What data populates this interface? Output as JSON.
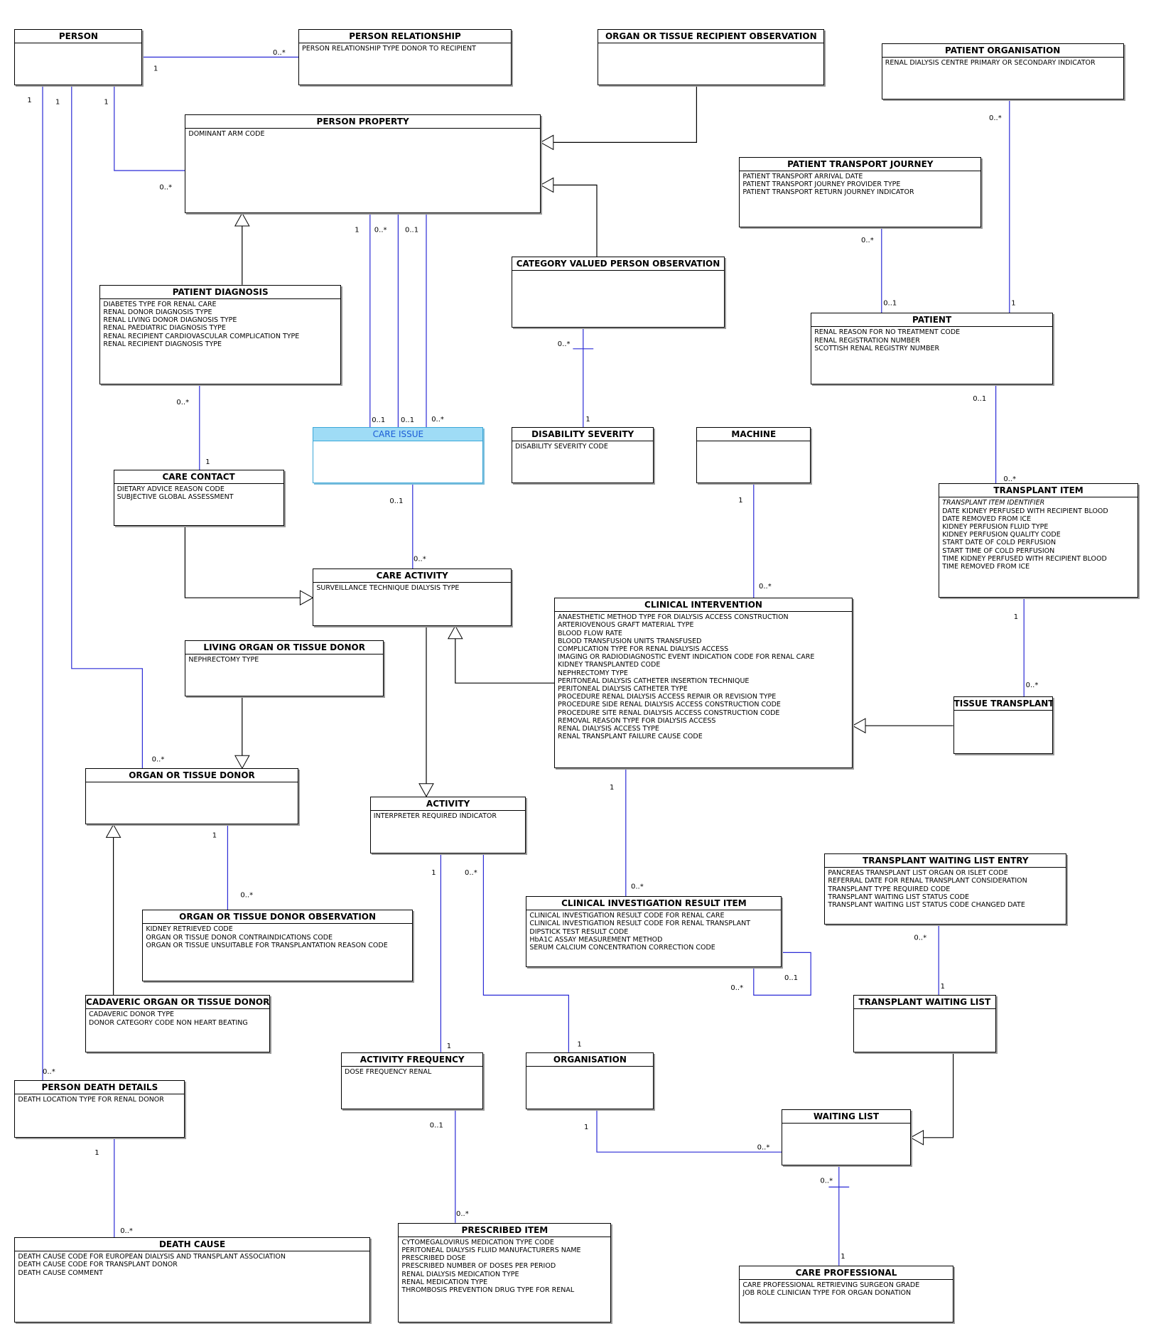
{
  "entities": [
    {
      "id": "person",
      "name": "PERSON",
      "attributes": []
    },
    {
      "id": "person_relationship",
      "name": "PERSON RELATIONSHIP",
      "attributes": [
        "PERSON RELATIONSHIP TYPE DONOR TO RECIPIENT"
      ]
    },
    {
      "id": "organ_recipient_obs",
      "name": "ORGAN OR TISSUE RECIPIENT OBSERVATION",
      "attributes": []
    },
    {
      "id": "patient_organisation",
      "name": "PATIENT ORGANISATION",
      "attributes": [
        "RENAL DIALYSIS CENTRE PRIMARY OR SECONDARY INDICATOR"
      ]
    },
    {
      "id": "person_property",
      "name": "PERSON PROPERTY",
      "attributes": [
        "DOMINANT ARM CODE"
      ]
    },
    {
      "id": "patient_transport",
      "name": "PATIENT TRANSPORT JOURNEY",
      "attributes": [
        "PATIENT TRANSPORT ARRIVAL DATE",
        "PATIENT TRANSPORT JOURNEY PROVIDER TYPE",
        "PATIENT TRANSPORT RETURN JOURNEY INDICATOR"
      ]
    },
    {
      "id": "category_valued",
      "name": "CATEGORY VALUED PERSON OBSERVATION",
      "attributes": []
    },
    {
      "id": "patient",
      "name": "PATIENT",
      "attributes": [
        "RENAL REASON FOR NO TREATMENT CODE",
        "RENAL REGISTRATION NUMBER",
        "SCOTTISH RENAL REGISTRY NUMBER"
      ]
    },
    {
      "id": "patient_diagnosis",
      "name": "PATIENT DIAGNOSIS",
      "attributes": [
        "DIABETES TYPE FOR RENAL CARE",
        "RENAL DONOR DIAGNOSIS TYPE",
        "RENAL LIVING DONOR DIAGNOSIS TYPE",
        "RENAL PAEDIATRIC DIAGNOSIS TYPE",
        "RENAL RECIPIENT CARDIOVASCULAR COMPLICATION TYPE",
        "RENAL RECIPIENT DIAGNOSIS TYPE"
      ]
    },
    {
      "id": "care_issue",
      "name": "CARE ISSUE",
      "attributes": [],
      "highlighted": true
    },
    {
      "id": "disability_severity",
      "name": "DISABILITY SEVERITY",
      "attributes": [
        "DISABILITY SEVERITY CODE"
      ]
    },
    {
      "id": "machine",
      "name": "MACHINE",
      "attributes": []
    },
    {
      "id": "transplant_item",
      "name": "TRANSPLANT ITEM",
      "identifier": "TRANSPLANT ITEM IDENTIFIER",
      "attributes": [
        "DATE KIDNEY PERFUSED WITH RECIPIENT BLOOD",
        "DATE REMOVED FROM ICE",
        "KIDNEY PERFUSION FLUID TYPE",
        "KIDNEY PERFUSION QUALITY CODE",
        "START DATE OF COLD PERFUSION",
        "START TIME OF COLD PERFUSION",
        "TIME KIDNEY PERFUSED WITH RECIPIENT BLOOD",
        "TIME REMOVED FROM ICE"
      ]
    },
    {
      "id": "care_contact",
      "name": "CARE CONTACT",
      "attributes": [
        "DIETARY ADVICE REASON CODE",
        "SUBJECTIVE GLOBAL ASSESSMENT"
      ]
    },
    {
      "id": "care_activity",
      "name": "CARE ACTIVITY",
      "attributes": [
        "SURVEILLANCE TECHNIQUE DIALYSIS TYPE"
      ]
    },
    {
      "id": "clinical_intervention",
      "name": "CLINICAL INTERVENTION",
      "attributes": [
        "ANAESTHETIC METHOD TYPE FOR DIALYSIS ACCESS CONSTRUCTION",
        "ARTERIOVENOUS GRAFT MATERIAL TYPE",
        "BLOOD FLOW RATE",
        "BLOOD TRANSFUSION UNITS TRANSFUSED",
        "COMPLICATION TYPE FOR RENAL DIALYSIS ACCESS",
        "IMAGING OR RADIODIAGNOSTIC EVENT INDICATION CODE FOR RENAL CARE",
        "KIDNEY TRANSPLANTED CODE",
        "NEPHRECTOMY TYPE",
        "PERITONEAL DIALYSIS CATHETER INSERTION TECHNIQUE",
        "PERITONEAL DIALYSIS CATHETER TYPE",
        "PROCEDURE RENAL DIALYSIS ACCESS REPAIR OR REVISION TYPE",
        "PROCEDURE SIDE RENAL DIALYSIS ACCESS CONSTRUCTION CODE",
        "PROCEDURE SITE RENAL DIALYSIS ACCESS CONSTRUCTION CODE",
        "REMOVAL REASON TYPE  FOR DIALYSIS ACCESS",
        "RENAL DIALYSIS ACCESS TYPE",
        "RENAL TRANSPLANT FAILURE CAUSE CODE"
      ]
    },
    {
      "id": "living_donor",
      "name": "LIVING ORGAN OR TISSUE DONOR",
      "attributes": [
        "NEPHRECTOMY TYPE"
      ]
    },
    {
      "id": "tissue_transplant",
      "name": "TISSUE TRANSPLANT",
      "attributes": []
    },
    {
      "id": "organ_donor",
      "name": "ORGAN OR TISSUE DONOR",
      "attributes": []
    },
    {
      "id": "activity",
      "name": "ACTIVITY",
      "attributes": [
        "INTERPRETER REQUIRED INDICATOR"
      ]
    },
    {
      "id": "transplant_waiting_entry",
      "name": "TRANSPLANT WAITING LIST ENTRY",
      "attributes": [
        "PANCREAS TRANSPLANT LIST ORGAN OR ISLET CODE",
        "REFERRAL DATE FOR RENAL TRANSPLANT CONSIDERATION",
        "TRANSPLANT TYPE REQUIRED CODE",
        "TRANSPLANT WAITING LIST STATUS CODE",
        "TRANSPLANT WAITING LIST STATUS CODE CHANGED DATE"
      ]
    },
    {
      "id": "clinical_investigation",
      "name": "CLINICAL INVESTIGATION RESULT ITEM",
      "attributes": [
        "CLINICAL INVESTIGATION RESULT CODE FOR RENAL CARE",
        "CLINICAL INVESTIGATION RESULT CODE FOR RENAL TRANSPLANT",
        "DIPSTICK TEST RESULT CODE",
        "HbA1C ASSAY MEASUREMENT METHOD",
        "SERUM CALCIUM CONCENTRATION CORRECTION CODE"
      ]
    },
    {
      "id": "organ_donor_obs",
      "name": "ORGAN OR TISSUE DONOR OBSERVATION",
      "attributes": [
        "KIDNEY RETRIEVED CODE",
        "ORGAN OR TISSUE DONOR CONTRAINDICATIONS CODE",
        "ORGAN OR TISSUE UNSUITABLE FOR TRANSPLANTATION REASON CODE"
      ]
    },
    {
      "id": "cadaveric_donor",
      "name": "CADAVERIC ORGAN OR TISSUE DONOR",
      "attributes": [
        "CADAVERIC DONOR TYPE",
        "DONOR CATEGORY CODE NON HEART BEATING"
      ]
    },
    {
      "id": "transplant_waiting_list",
      "name": "TRANSPLANT WAITING LIST",
      "attributes": []
    },
    {
      "id": "activity_frequency",
      "name": "ACTIVITY FREQUENCY",
      "attributes": [
        "DOSE FREQUENCY RENAL"
      ]
    },
    {
      "id": "organisation",
      "name": "ORGANISATION",
      "attributes": []
    },
    {
      "id": "person_death",
      "name": "PERSON DEATH DETAILS",
      "attributes": [
        "DEATH LOCATION TYPE FOR RENAL DONOR"
      ]
    },
    {
      "id": "waiting_list",
      "name": "WAITING LIST",
      "attributes": []
    },
    {
      "id": "prescribed_item",
      "name": "PRESCRIBED ITEM",
      "attributes": [
        "CYTOMEGALOVIRUS MEDICATION TYPE CODE",
        "PERITONEAL DIALYSIS FLUID MANUFACTURERS NAME",
        "PRESCRIBED DOSE",
        "PRESCRIBED NUMBER OF DOSES PER PERIOD",
        "RENAL DIALYSIS MEDICATION TYPE",
        "RENAL MEDICATION TYPE",
        "THROMBOSIS PREVENTION DRUG TYPE FOR RENAL"
      ]
    },
    {
      "id": "death_cause",
      "name": "DEATH CAUSE",
      "attributes": [
        "DEATH CAUSE CODE FOR EUROPEAN DIALYSIS AND TRANSPLANT ASSOCIATION",
        "DEATH CAUSE CODE FOR TRANSPLANT DONOR",
        "DEATH CAUSE COMMENT"
      ]
    },
    {
      "id": "care_professional",
      "name": "CARE PROFESSIONAL",
      "attributes": [
        "CARE PROFESSIONAL RETRIEVING SURGEON GRADE",
        "JOB ROLE CLINICIAN TYPE FOR ORGAN  DONATION"
      ]
    }
  ],
  "multiplicities": [
    "1",
    "0..*",
    "0..1"
  ],
  "colors": {
    "association": "#2b2bd6",
    "generalization": "#000000",
    "highlight_fill": "#9fdcf6",
    "highlight_text": "#1b5bd6"
  }
}
